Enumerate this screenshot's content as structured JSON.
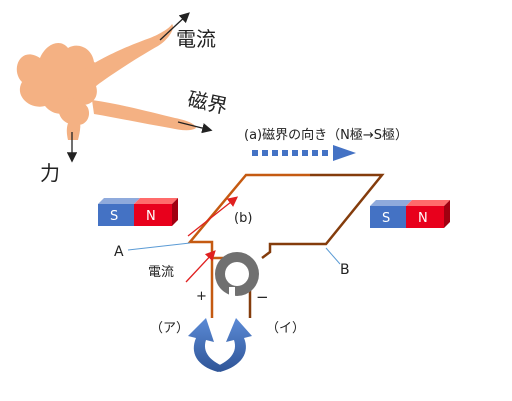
{
  "hand": {
    "current_label": "電流",
    "field_label": "磁界",
    "force_label": "力"
  },
  "field_direction": {
    "label": "(a)磁界の向き（N極→S極）"
  },
  "magnets": {
    "left": {
      "s_label": "S",
      "n_label": "N"
    },
    "right": {
      "s_label": "S",
      "n_label": "N"
    }
  },
  "coil": {
    "label_a": "A",
    "label_b": "B",
    "label_b_small": "(b)",
    "current_label": "電流",
    "plus": "+",
    "minus": "−"
  },
  "terminals": {
    "a_label": "（ア）",
    "i_label": "（イ）"
  },
  "colors": {
    "hand": "#F4B183",
    "magnet_s": "#4472C4",
    "magnet_n": "#E8001C",
    "wire_a": "#C55A11",
    "wire_b": "#843C0C",
    "arrow_blue": "#4472C4",
    "current_arrow": "#E02020",
    "coil": "#707070"
  }
}
